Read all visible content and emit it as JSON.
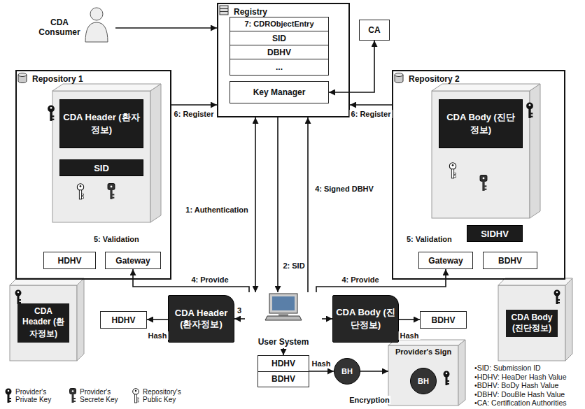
{
  "diagram": {
    "nodes": [
      {
        "text": [
          "CDA Consumer"
        ]
      },
      {
        "text": [
          "Registry"
        ]
      },
      {
        "text": [
          "7: CDRObjectEntry"
        ],
        "in": 1
      },
      {
        "text": [
          "SID"
        ],
        "in": 2
      },
      {
        "text": [
          "DBHV"
        ],
        "in": 2
      },
      {
        "text": [
          "..."
        ],
        "in": 2
      },
      {
        "text": [
          "Key Manager"
        ],
        "in": 1
      },
      {
        "text": [
          "CA"
        ]
      },
      {
        "text": [
          "Repository 1"
        ]
      },
      {
        "text": [
          "CDA Header (환자정보)"
        ],
        "in": 8
      },
      {
        "text": [
          "SID"
        ],
        "in": 8
      },
      {
        "text": [
          "HDHV"
        ],
        "in": 8
      },
      {
        "text": [
          "Gateway"
        ],
        "in": 8
      },
      {
        "text": [
          "Repository 2"
        ]
      },
      {
        "text": [
          "CDA Body (진단정보)"
        ],
        "in": 13
      },
      {
        "text": [
          "SIDHV"
        ],
        "in": 13
      },
      {
        "text": [
          "Gateway"
        ],
        "in": 13
      },
      {
        "text": [
          "BDHV"
        ],
        "in": 13
      },
      {
        "text": [
          "CDA Header (환자정보)"
        ]
      },
      {
        "text": [
          "HDHV"
        ]
      },
      {
        "text": [
          "CDA Header (환자정보)"
        ]
      },
      {
        "text": [
          "User System"
        ]
      },
      {
        "text": [
          "CDA Body (진단정보)"
        ]
      },
      {
        "text": [
          "BDHV"
        ]
      },
      {
        "text": [
          "CDA Body (진단정보)"
        ]
      },
      {
        "text": [
          "HDHV",
          "BDHV"
        ]
      },
      {
        "text": [
          "BH"
        ]
      },
      {
        "text": [
          "Provider's Sign"
        ]
      },
      {
        "text": [
          "BH"
        ],
        "in": 27
      }
    ],
    "edges": [
      {
        "from": 0,
        "to": 1,
        "arrow": "to"
      },
      {
        "from": 8,
        "to": 1,
        "label": "6: Register",
        "arrow": "to"
      },
      {
        "from": 13,
        "to": 1,
        "label": "6: Register",
        "arrow": "to"
      },
      {
        "from": 6,
        "to": 7,
        "arrow": "both"
      },
      {
        "from": 1,
        "to": 21,
        "label": "1: Authentication",
        "arrow": "both"
      },
      {
        "from": 1,
        "to": 21,
        "label": "2: SID",
        "arrow": "to"
      },
      {
        "from": 21,
        "to": 1,
        "label": "4: Signed DBHV",
        "arrow": "to"
      },
      {
        "from": 21,
        "to": 12,
        "label": "4: Provide",
        "arrow": "to"
      },
      {
        "from": 21,
        "to": 16,
        "label": "4: Provide",
        "arrow": "to"
      },
      {
        "from": 21,
        "to": 20,
        "label": "3",
        "arrow": "to"
      },
      {
        "from": 20,
        "to": 19,
        "label": "Hash",
        "arrow": "to"
      },
      {
        "from": 21,
        "to": 22,
        "arrow": "to"
      },
      {
        "from": 22,
        "to": 23,
        "label": "Hash",
        "arrow": "to"
      },
      {
        "from": 21,
        "to": 25,
        "arrow": "to"
      },
      {
        "from": 25,
        "to": 26,
        "label": "Hash",
        "arrow": "to"
      },
      {
        "from": 26,
        "to": 27,
        "label": "Encryption",
        "arrow": "to"
      }
    ],
    "labels": [
      "5: Validation",
      "5: Validation",
      "•SID: Submission ID",
      "•HDHV: HeaDer Hash Value",
      "•BDHV: BoDy Hash Value",
      "•DBHV: DouBle Hash Value",
      "•CA: Certification Authorities"
    ],
    "legend": [
      {
        "text": "Provider's Private Key"
      },
      {
        "text": "Provider's Secrete Key"
      },
      {
        "text": "Repository's Public Key"
      }
    ]
  }
}
